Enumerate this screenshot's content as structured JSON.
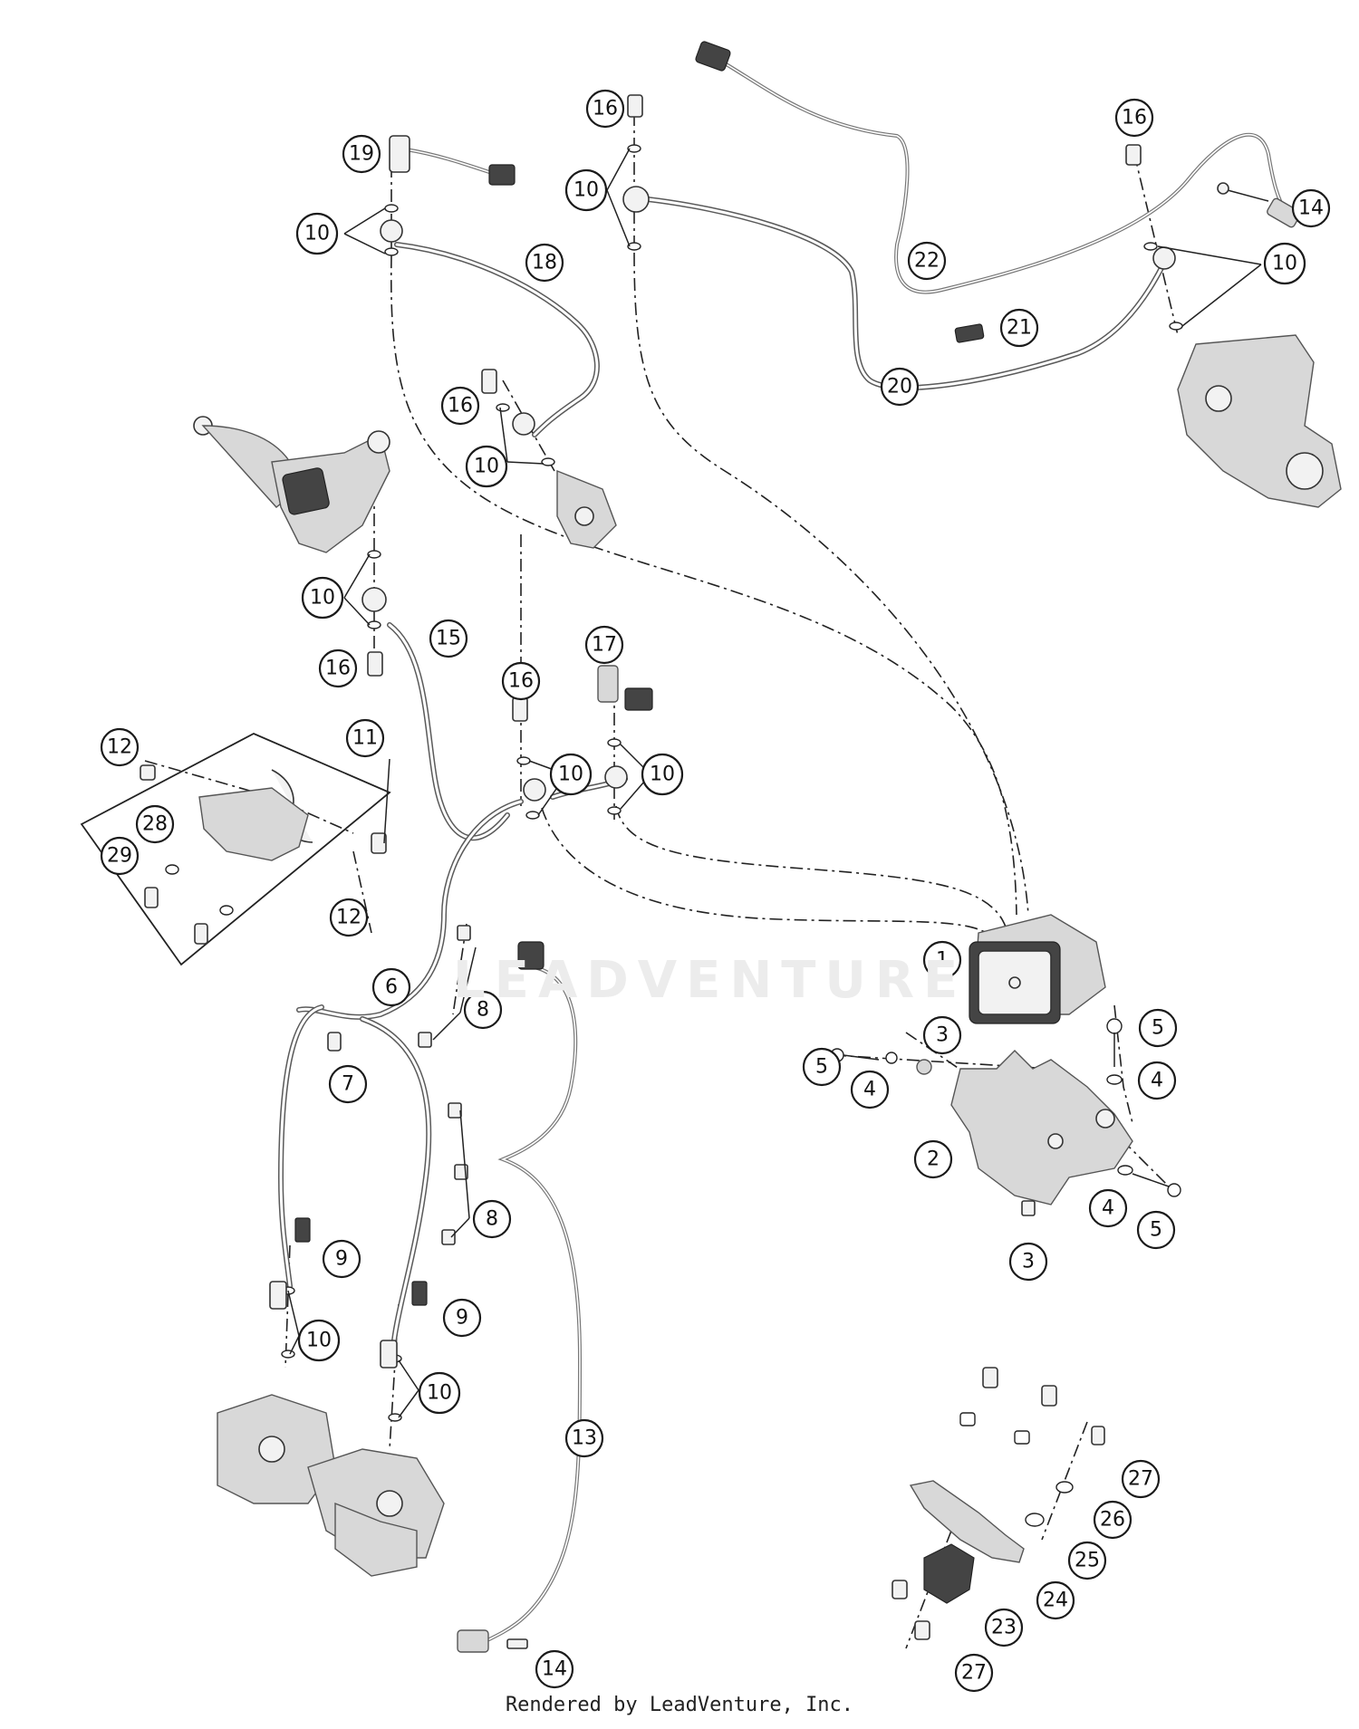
{
  "diagram": {
    "callouts": [
      {
        "id": "c1",
        "label": "1"
      },
      {
        "id": "c2",
        "label": "2"
      },
      {
        "id": "c3a",
        "label": "3"
      },
      {
        "id": "c3b",
        "label": "3"
      },
      {
        "id": "c4a",
        "label": "4"
      },
      {
        "id": "c4b",
        "label": "4"
      },
      {
        "id": "c4c",
        "label": "4"
      },
      {
        "id": "c5a",
        "label": "5"
      },
      {
        "id": "c5b",
        "label": "5"
      },
      {
        "id": "c5c",
        "label": "5"
      },
      {
        "id": "c6",
        "label": "6"
      },
      {
        "id": "c7",
        "label": "7"
      },
      {
        "id": "c8a",
        "label": "8"
      },
      {
        "id": "c8b",
        "label": "8"
      },
      {
        "id": "c9a",
        "label": "9"
      },
      {
        "id": "c9b",
        "label": "9"
      },
      {
        "id": "c10a",
        "label": "10"
      },
      {
        "id": "c10b",
        "label": "10"
      },
      {
        "id": "c10c",
        "label": "10"
      },
      {
        "id": "c10d",
        "label": "10"
      },
      {
        "id": "c10e",
        "label": "10"
      },
      {
        "id": "c10f",
        "label": "10"
      },
      {
        "id": "c10g",
        "label": "10"
      },
      {
        "id": "c10h",
        "label": "10"
      },
      {
        "id": "c10i",
        "label": "10"
      },
      {
        "id": "c10j",
        "label": "10"
      },
      {
        "id": "c11",
        "label": "11"
      },
      {
        "id": "c12a",
        "label": "12"
      },
      {
        "id": "c12b",
        "label": "12"
      },
      {
        "id": "c13",
        "label": "13"
      },
      {
        "id": "c14a",
        "label": "14"
      },
      {
        "id": "c14b",
        "label": "14"
      },
      {
        "id": "c15",
        "label": "15"
      },
      {
        "id": "c16a",
        "label": "16"
      },
      {
        "id": "c16b",
        "label": "16"
      },
      {
        "id": "c16c",
        "label": "16"
      },
      {
        "id": "c16d",
        "label": "16"
      },
      {
        "id": "c16e",
        "label": "16"
      },
      {
        "id": "c17",
        "label": "17"
      },
      {
        "id": "c18",
        "label": "18"
      },
      {
        "id": "c19",
        "label": "19"
      },
      {
        "id": "c20",
        "label": "20"
      },
      {
        "id": "c21",
        "label": "21"
      },
      {
        "id": "c22",
        "label": "22"
      },
      {
        "id": "c23",
        "label": "23"
      },
      {
        "id": "c24",
        "label": "24"
      },
      {
        "id": "c25",
        "label": "25"
      },
      {
        "id": "c26",
        "label": "26"
      },
      {
        "id": "c27a",
        "label": "27"
      },
      {
        "id": "c27b",
        "label": "27"
      },
      {
        "id": "c28",
        "label": "28"
      },
      {
        "id": "c29",
        "label": "29"
      }
    ],
    "watermark": "LEADVENTURE",
    "footer": "Rendered by LeadVenture, Inc."
  }
}
